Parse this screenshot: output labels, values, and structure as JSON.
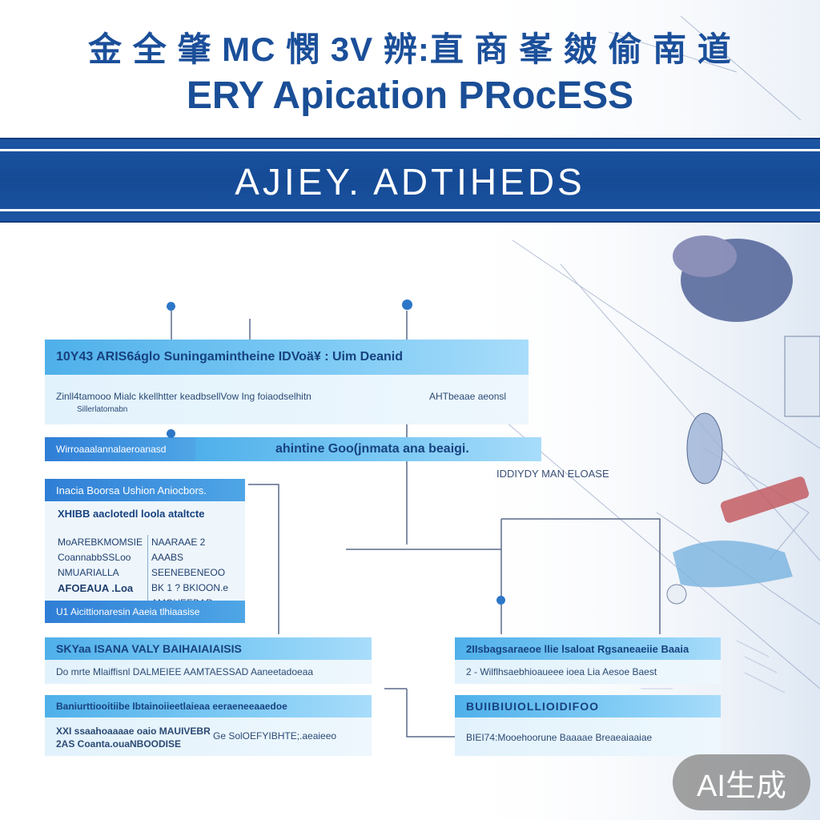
{
  "header": {
    "title_cn": "金 全 肇 MC 憫 3V 辨:直 商 峯 皴 偷 南 道",
    "title_en": "ERY Apication PRocESS"
  },
  "banner": {
    "text": "AJIEY. ADTIHEDS"
  },
  "flow": {
    "box1": {
      "title": "10Y43 ARIS6áglo  Suningamintheine IDVoä¥ : Uim Deanid",
      "body": "Zinll4tamooo Mialc kkellhtter keadbsellVow Ing foiaodselhitn",
      "body_right": "AHTbeaae aeonsl",
      "sub": "Sillerlatomabn"
    },
    "bar2": {
      "left": "Wirroaaalannalaeroanasd",
      "title": "ahintine Goo(jnmata ana beaigi."
    },
    "side_note": "IDDIYDY MAN ELOASE",
    "panel": {
      "title": "Inacia Boorsa  Ushion Aniocbors.",
      "line1": "XHIBB aaclotedl  loola  ataltcte",
      "col_left": [
        "MoAREBKMOMSIE",
        "CoannabbSSLoo",
        "NMUARIALLA",
        "AFOEAUA .Loa"
      ],
      "col_right": [
        "NAARAAE 2",
        "AAABS",
        "SEENEBENEOO",
        "BK 1 ? BKIOON.e",
        "AMOUEEBAR"
      ],
      "footer": "U1 Aicittionaresin Aaeia tlhiaasise"
    },
    "box_left_a": {
      "title": "SKYaa ISANA VALY    BAIHAIAIAISIS",
      "body": "Do  mrte Mlaiffisnl DALMEIEE AAMTAESSAD Aaneetadoeaa"
    },
    "box_left_b": {
      "title": "Baniurttiooitiibe Ibtainoiieetlaieaa  eeraeneeaaedoe",
      "line1": "XXI  ssaahoaaaae oaio MAUIVEBR",
      "line2": "2AS Coanta.ouaNBOODISE",
      "right": "Ge SolOEFYIBHTE;.aeaieeo"
    },
    "box_right_a": {
      "title": "2IIsbagsaraeoe  llie lsaloat Rgsaneaeiie  Baaia",
      "body": "2 - Wilflhsaebhioaueee ioea Lia Aesoe Baest"
    },
    "box_right_b": {
      "title": "BUIIBIUIOLLIOIDIFOO",
      "body": "BIEI74:Mooehoorune Baaaae Breaeaiaaiae"
    }
  },
  "badge": {
    "text": "AI生成"
  }
}
